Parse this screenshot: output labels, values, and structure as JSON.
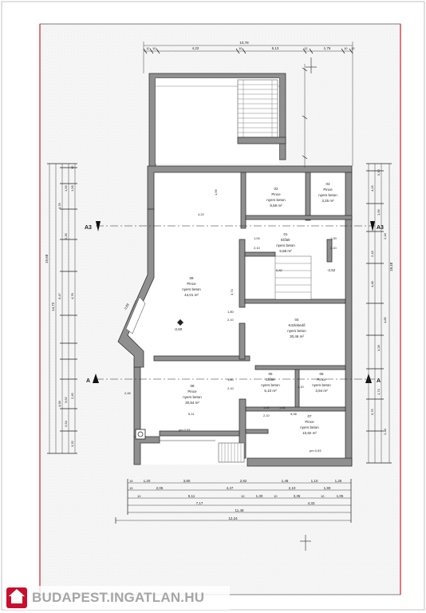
{
  "watermark": {
    "text": "BUDAPEST.INGATLAN.HU"
  },
  "dimensions_top": {
    "total": "10,78",
    "segments": [
      "12",
      "10",
      "4,22",
      "10",
      "5,13",
      "12",
      "1,75",
      "10",
      "12"
    ]
  },
  "dimensions_bottom": {
    "row1": [
      "15",
      "1,20",
      "3,80",
      "2,82",
      "1,48",
      "1,10",
      "1,25"
    ],
    "row2": [
      "15",
      "2,05",
      "4,47",
      "2,10",
      "1,90"
    ],
    "row3": [
      "10",
      "5,11",
      "10",
      "1,30",
      "10",
      "3,35",
      "10",
      "1,05"
    ],
    "row4": [
      "7,17",
      "4,33"
    ],
    "row5": [
      "11,48"
    ],
    "row6": [
      "12,24"
    ]
  },
  "dimensions_left": {
    "outer": "19,68",
    "mid": "14,72",
    "values": [
      "4,78",
      "2,36",
      "6,47",
      "4,78",
      "4,58",
      "3,62",
      "2,45",
      "2,54",
      "3,32",
      "1,56",
      "1,56",
      "12"
    ]
  },
  "dimensions_right": {
    "outer": "18,48",
    "values": [
      "4,15",
      "2,18",
      "4,48",
      "4,85",
      "1,74",
      "5,75",
      "2,38",
      "3,28",
      "1,56",
      "0,30",
      "2,18"
    ]
  },
  "section_markers": [
    "A3",
    "A3",
    "A",
    "A"
  ],
  "rooms": [
    {
      "num": "09",
      "name": "Pince",
      "sub": "nyers beton",
      "area": "44,01 m²"
    },
    {
      "num": "02",
      "name": "Pince",
      "sub": "nyers beton",
      "area": "8,59 m²"
    },
    {
      "num": "03",
      "name": "Pince",
      "sub": "nyers beton",
      "area": "3,25 m²"
    },
    {
      "num": "01",
      "name": "Előtér",
      "sub": "nyers beton",
      "area": "5,88 m²"
    },
    {
      "num": "04",
      "name": "Közlekedő",
      "sub": "nyers beton",
      "area": "30,46 m²"
    },
    {
      "num": "05",
      "name": "Előtér",
      "sub": "nyers beton",
      "area": "5,10 m²"
    },
    {
      "num": "06",
      "name": "Pince",
      "sub": "nyers beton",
      "area": "3,94 m²"
    },
    {
      "num": "08",
      "name": "Pince",
      "sub": "nyers beton",
      "area": "30,84 m²"
    },
    {
      "num": "07",
      "name": "Pince",
      "sub": "nyers beton",
      "area": "10,82 m²"
    }
  ],
  "inner_labels": {
    "level1": "-2,60",
    "level2": "-2,52",
    "door1": "pm 0,93",
    "door2": "pm 0,93",
    "d1": "4,22",
    "d2": "1,00",
    "d3": "2,10",
    "d4": "1,00",
    "d5": "2,10",
    "d6": "3,74",
    "d7": "1,80",
    "d8": "2,10",
    "d9": "1,80",
    "d10": "2,10",
    "d11": "5,11",
    "d12": "5,08",
    "d13": "1,80",
    "d14": "2,10",
    "d15": "2,45",
    "d16": "1,00",
    "d17": "2,10",
    "d18": "0,88",
    "d19": "0,82",
    "d20": "1,56"
  }
}
